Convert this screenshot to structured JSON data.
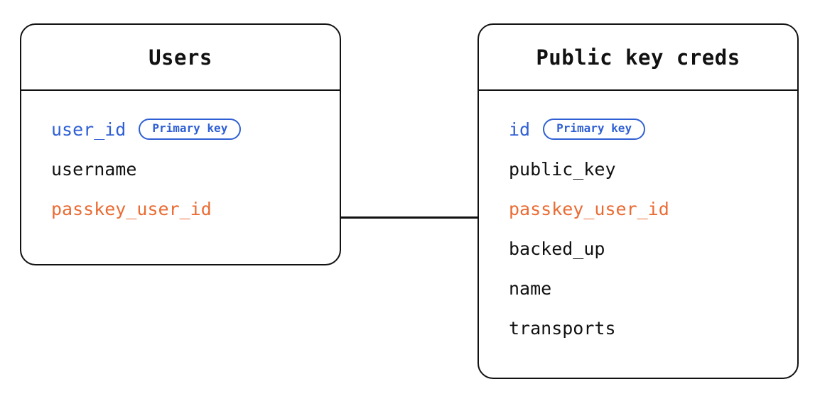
{
  "diagram": {
    "type": "entity-relationship-diagram",
    "background_color": "#ffffff",
    "line_color": "#111111",
    "pk_color": "#2F5FD4",
    "fk_color": "#EA6B33",
    "text_color": "#111111"
  },
  "entities": [
    {
      "id": "users",
      "title": "Users",
      "fields": [
        {
          "name": "user_id",
          "role": "pk",
          "badge": "Primary key"
        },
        {
          "name": "username",
          "role": "plain",
          "badge": ""
        },
        {
          "name": "passkey_user_id",
          "role": "fk",
          "badge": ""
        }
      ]
    },
    {
      "id": "public-key-creds",
      "title": "Public key creds",
      "fields": [
        {
          "name": "id",
          "role": "pk",
          "badge": "Primary key"
        },
        {
          "name": "public_key",
          "role": "plain",
          "badge": ""
        },
        {
          "name": "passkey_user_id",
          "role": "fk",
          "badge": ""
        },
        {
          "name": "backed_up",
          "role": "plain",
          "badge": ""
        },
        {
          "name": "name",
          "role": "plain",
          "badge": ""
        },
        {
          "name": "transports",
          "role": "plain",
          "badge": ""
        }
      ]
    }
  ],
  "relationships": [
    {
      "from": "users.passkey_user_id",
      "to": "public-key-creds.passkey_user_id",
      "label": ""
    }
  ]
}
